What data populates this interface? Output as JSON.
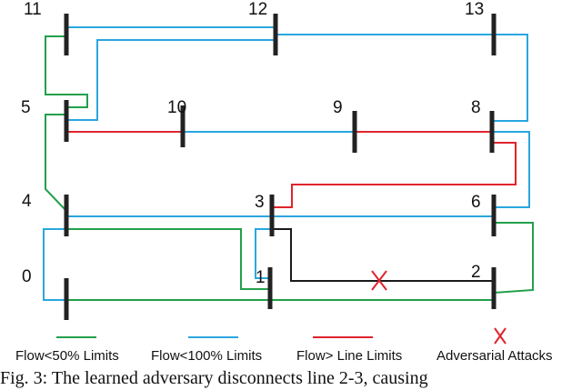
{
  "nodes": [
    "0",
    "1",
    "2",
    "3",
    "4",
    "5",
    "6",
    "8",
    "9",
    "10",
    "11",
    "12",
    "13"
  ],
  "colors": {
    "green": "#22a04b",
    "blue": "#2aa6df",
    "red": "#e0242c",
    "black": "#1a1a1a",
    "bus": "#222222"
  },
  "legend": [
    {
      "label": "Flow<50% Limits",
      "color": "#22a04b"
    },
    {
      "label": "Flow<100% Limits",
      "color": "#2aa6df"
    },
    {
      "label": "Flow> Line Limits",
      "color": "#e0242c"
    },
    {
      "label": "Adversarial Attacks",
      "color": "#e0242c",
      "marker": "x"
    }
  ],
  "caption": "Fig. 3: The learned adversary disconnects line 2-3, causing"
}
